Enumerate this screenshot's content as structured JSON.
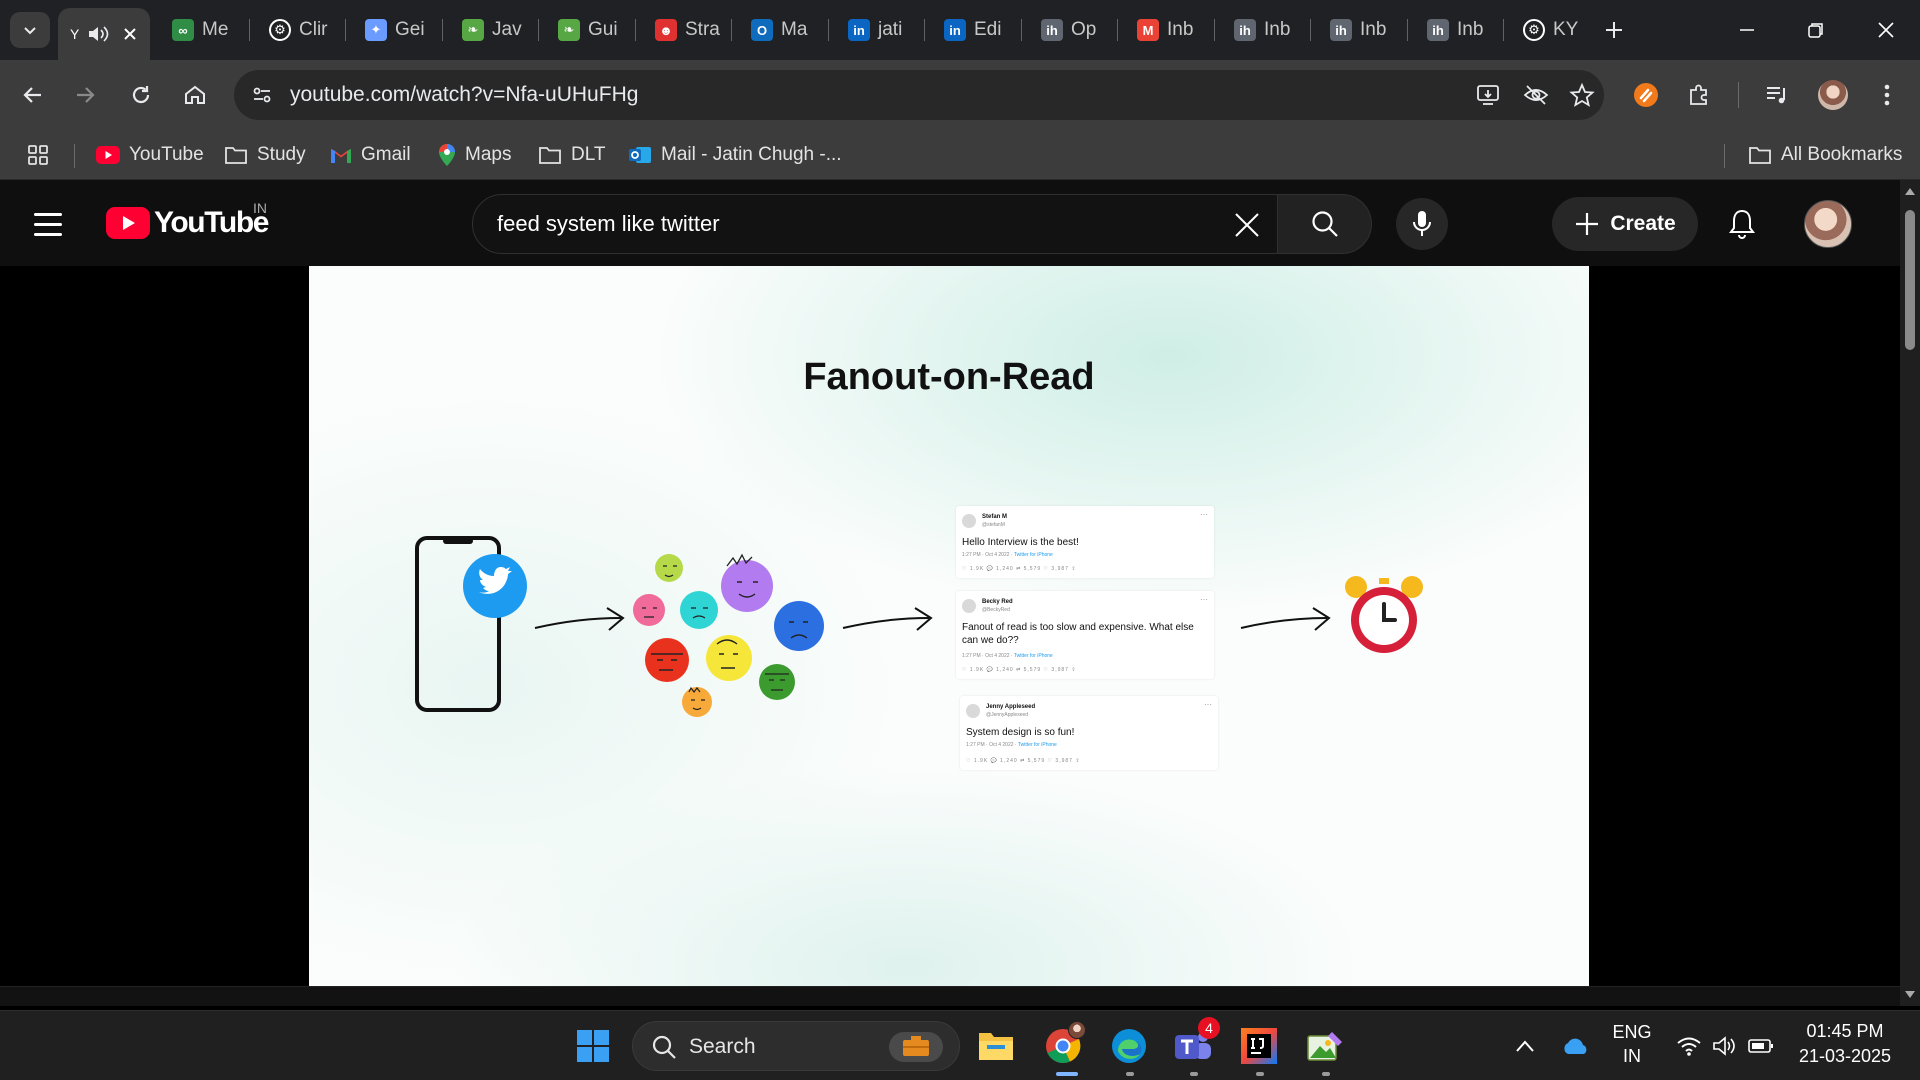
{
  "browser": {
    "tabs": [
      {
        "title": "Me",
        "favicon": "geeksforgeeks-icon",
        "color": "#2f8d46"
      },
      {
        "title": "Clir",
        "favicon": "openai-icon",
        "color": "#ffffff"
      },
      {
        "title": "Gei",
        "favicon": "gemini-icon",
        "color": "#6b9bff"
      },
      {
        "title": "Jav",
        "favicon": "leaf-icon",
        "color": "#57a844"
      },
      {
        "title": "Gui",
        "favicon": "leaf-circle-icon",
        "color": "#57a844"
      },
      {
        "title": "Stra",
        "favicon": "mascot-icon",
        "color": "#e03131"
      },
      {
        "title": "Ma",
        "favicon": "outlook-icon",
        "color": "#0f6cbd"
      },
      {
        "title": "jati",
        "favicon": "linkedin-icon",
        "color": "#0a66c2"
      },
      {
        "title": "Edi",
        "favicon": "linkedin-icon",
        "color": "#0a66c2"
      },
      {
        "title": "Op",
        "favicon": "instahyre-icon",
        "color": "#5f6670"
      },
      {
        "title": "Inb",
        "favicon": "gmail-icon",
        "color": "#ea4335"
      },
      {
        "title": "Inb",
        "favicon": "instahyre-icon",
        "color": "#5f6670"
      },
      {
        "title": "Inb",
        "favicon": "instahyre-icon",
        "color": "#5f6670"
      },
      {
        "title": "Inb",
        "favicon": "instahyre-icon",
        "color": "#5f6670"
      },
      {
        "title": "KY",
        "favicon": "openai-icon",
        "color": "#ffffff"
      }
    ],
    "active_tab_title": "Y",
    "url": "youtube.com/watch?v=Nfa-uUHuFHg",
    "bookmarks": [
      {
        "label": "YouTube",
        "icon": "youtube-icon"
      },
      {
        "label": "Study",
        "icon": "folder-icon"
      },
      {
        "label": "Gmail",
        "icon": "gmail-icon"
      },
      {
        "label": "Maps",
        "icon": "maps-icon"
      },
      {
        "label": "DLT",
        "icon": "folder-icon"
      },
      {
        "label": "Mail - Jatin Chugh -...",
        "icon": "outlook-icon"
      }
    ],
    "all_bookmarks": "All Bookmarks"
  },
  "youtube": {
    "logo_text": "YouTube",
    "region": "IN",
    "search_query": "feed system like twitter",
    "create_label": "Create"
  },
  "slide": {
    "title": "Fanout-on-Read",
    "tweets": [
      {
        "name": "Stefan M",
        "handle": "@stefanM",
        "text": "Hello Interview is the best!",
        "meta": "1:27 PM · Oct 4 2022 ·",
        "via": "Twitter for iPhone",
        "actions": "♡ 1.9K   💬 1,240   ⇄ 5,579   ♡ 3,987   ⇪"
      },
      {
        "name": "Becky Red",
        "handle": "@BeckyRed",
        "text": "Fanout of read is too slow and expensive. What else can we do??",
        "meta": "1:27 PM · Oct 4 2022 ·",
        "via": "Twitter for iPhone",
        "actions": "♡ 1.9K   💬 1,240   ⇄ 5,579   ♡ 3,987   ⇪"
      },
      {
        "name": "Jenny Appleseed",
        "handle": "@JennyAppleseed",
        "text": "System design is so fun!",
        "meta": "1:27 PM · Oct 4 2022 ·",
        "via": "Twitter for iPhone",
        "actions": "♡ 1.9K   💬 1,240   ⇄ 5,579   ♡ 3,987   ⇪"
      }
    ]
  },
  "taskbar": {
    "search_label": "Search",
    "language": "ENG",
    "region": "IN",
    "time": "01:45 PM",
    "date": "21-03-2025",
    "teams_badge": "4"
  },
  "colors": {
    "youtube_red": "#ff0033",
    "twitter_blue": "#1d9bf0",
    "alarm_red": "#d6203a",
    "alarm_gold": "#f5b81d"
  }
}
